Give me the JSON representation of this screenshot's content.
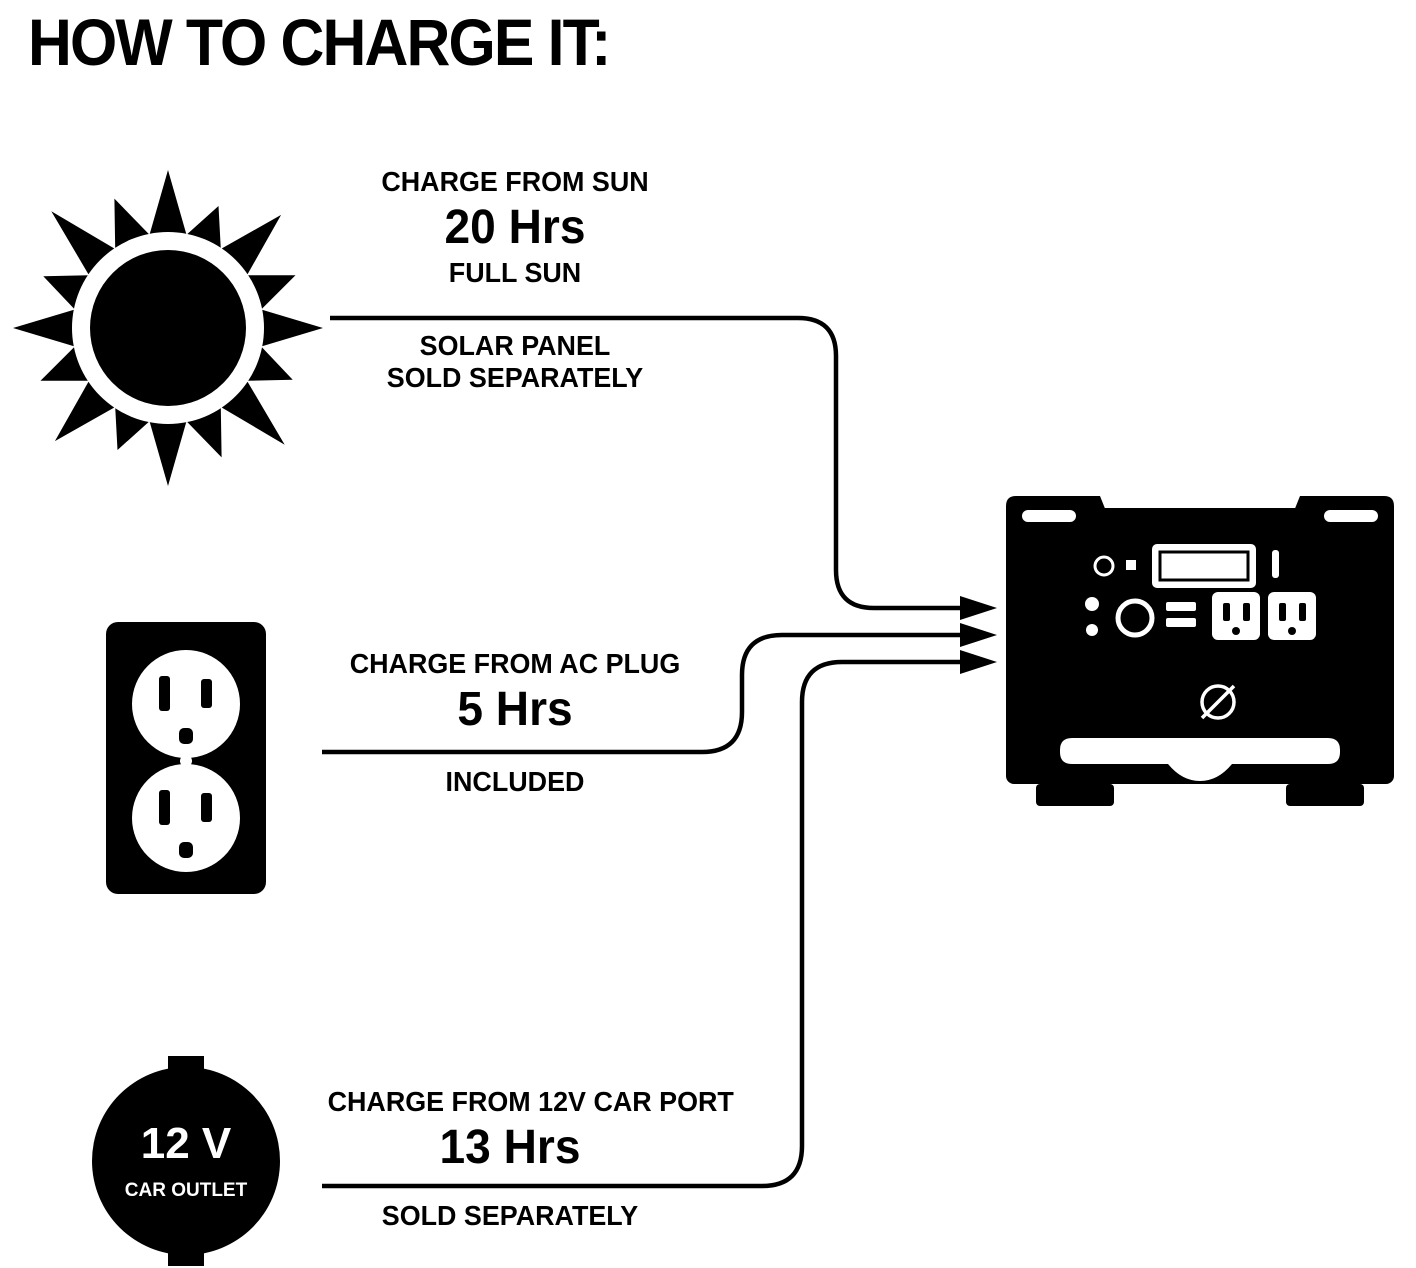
{
  "title": "HOW TO CHARGE IT:",
  "methods": [
    {
      "id": "sun",
      "icon": "sun-icon",
      "label": "CHARGE FROM SUN",
      "hours": "20 Hrs",
      "sub": "FULL SUN",
      "below": [
        "SOLAR PANEL",
        "SOLD SEPARATELY"
      ]
    },
    {
      "id": "ac",
      "icon": "ac-outlet-icon",
      "label": "CHARGE FROM AC PLUG",
      "hours": "5 Hrs",
      "below": [
        "INCLUDED"
      ]
    },
    {
      "id": "car",
      "icon": "car-outlet-icon",
      "label": "CHARGE FROM 12V CAR PORT",
      "hours": "13 Hrs",
      "below": [
        "SOLD SEPARATELY"
      ]
    }
  ],
  "car_outlet": {
    "line1": "12 V",
    "line2": "CAR OUTLET"
  },
  "device": {
    "icon": "power-station-icon",
    "logo_icon": "slashed-circle-logo-icon"
  },
  "connectors": {
    "arrow_icon": "arrow-right-icon",
    "count": 3
  },
  "colors": {
    "ink": "#000000",
    "background": "#ffffff"
  }
}
